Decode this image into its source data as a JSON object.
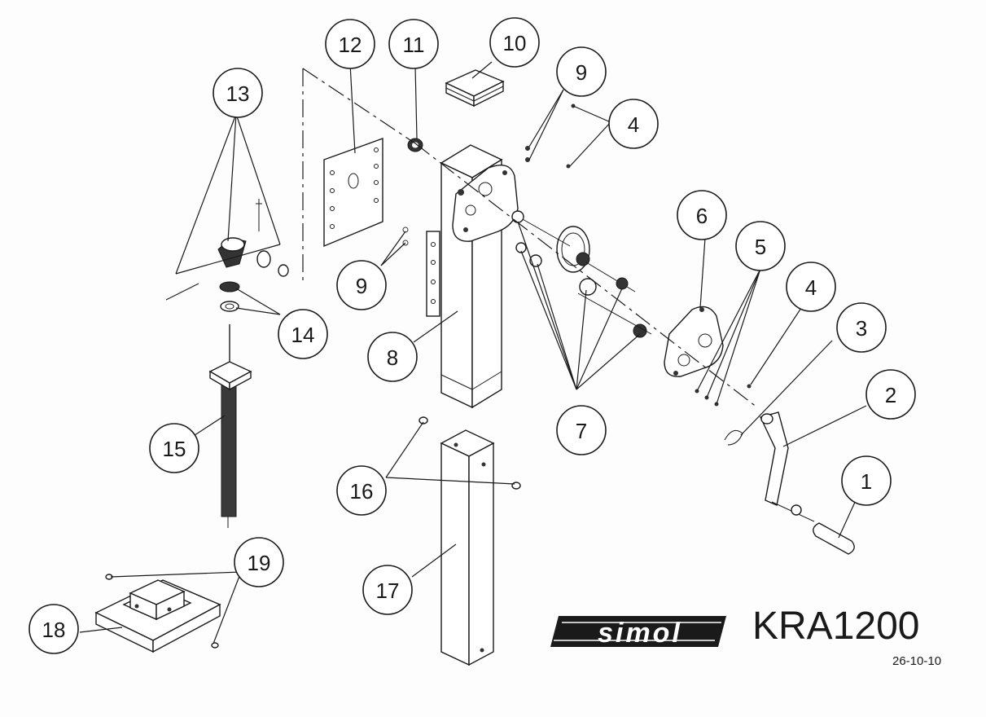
{
  "diagram": {
    "brand_logo": "simol",
    "model": "KRA1200",
    "date": "26-10-10",
    "callouts": [
      "1",
      "2",
      "3",
      "4",
      "4",
      "5",
      "6",
      "7",
      "8",
      "9",
      "9",
      "10",
      "11",
      "12",
      "13",
      "14",
      "15",
      "16",
      "17",
      "18",
      "19"
    ]
  }
}
